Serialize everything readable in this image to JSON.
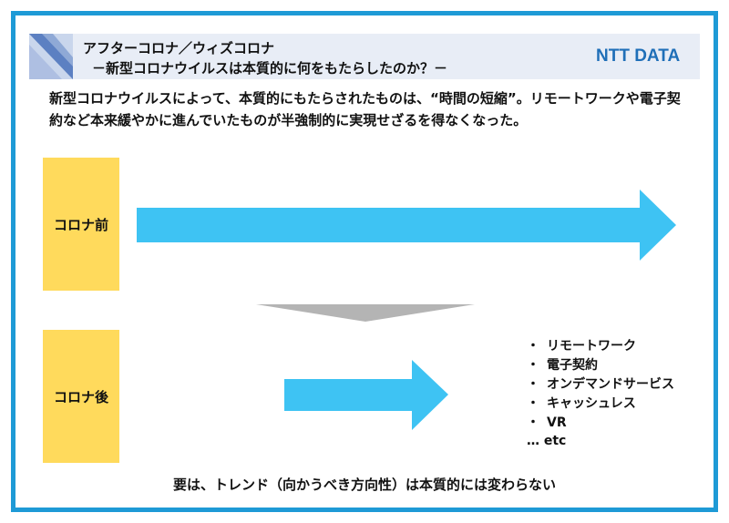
{
  "header": {
    "title": "アフターコロナ／ウィズコロナ",
    "subtitle": "－新型コロナウイルスは本質的に何をもたらしたのか？－",
    "logo_text": "NTT DATA",
    "logo_color": "#1f6fb8"
  },
  "intro": {
    "text": "新型コロナウイルスによって、本質的にもたらされたものは、“時間の短縮”。リモートワークや電子契約など本来緩やかに進んでいたものが半強制的に実現せざるを得なくなった。"
  },
  "stages": {
    "before_label": "コロナ前",
    "after_label": "コロナ後"
  },
  "examples": {
    "bullet": "・",
    "items": [
      "リモートワーク",
      "電子契約",
      "オンデマンドサービス",
      "キャッシュレス",
      "VR"
    ],
    "etc": "… etc"
  },
  "conclusion": {
    "text": "要は、トレンド（向かうべき方向性）は本質的には変わらない"
  },
  "colors": {
    "frame": "#1e9ad6",
    "arrow": "#3ec3f3",
    "box": "#ffda5c",
    "connector": "#b4b4b4"
  }
}
